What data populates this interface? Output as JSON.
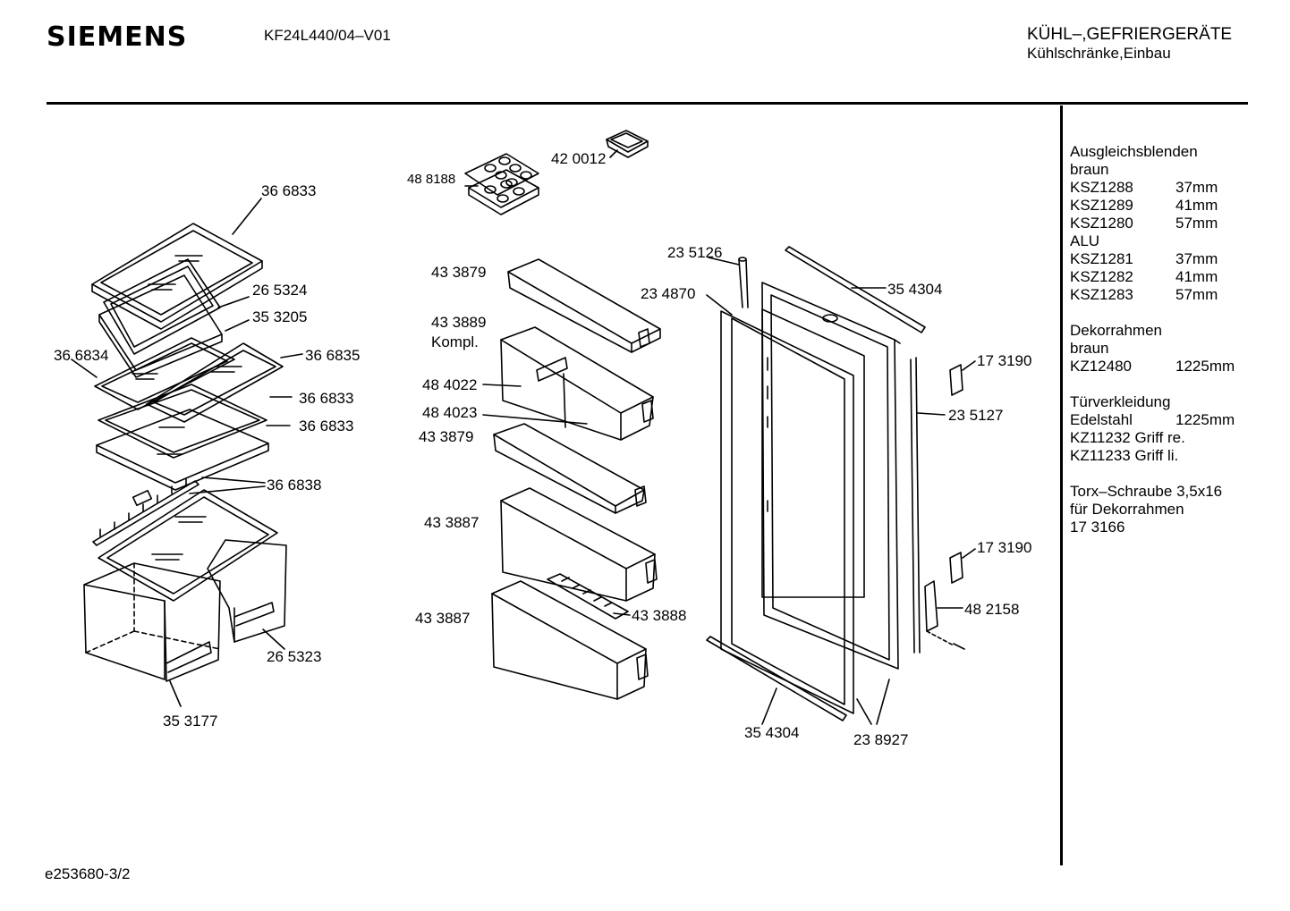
{
  "header": {
    "brand": "SIEMENS",
    "model": "KF24L440/04–V01",
    "category_line1": "KÜHL–,GEFRIERGERÄTE",
    "category_line2": "Kühlschränke,Einbau"
  },
  "footer": {
    "drawing_id": "e253680-3/2"
  },
  "parts": [
    "36 6833",
    "26 5324",
    "35 3205",
    "36 6834",
    "36 6835",
    "36 6833",
    "36 6833",
    "36 6838",
    "26 5323",
    "35 3177",
    "48 8188",
    "42 0012",
    "43 3879",
    "43 3889",
    "Kompl.",
    "48 4022",
    "48 4023",
    "43 3879",
    "43 3887",
    "43 3887",
    "43 3888",
    "23 5126",
    "23 4870",
    "35 4304",
    "17 3190",
    "23 5127",
    "17 3190",
    "48 2158",
    "35 4304",
    "23 8927"
  ],
  "accessories": {
    "ausgleich_title": "Ausgleichsblenden",
    "braun": "braun",
    "ksz1288": "KSZ1288",
    "ksz1288_size": "37mm",
    "ksz1289": "KSZ1289",
    "ksz1289_size": "41mm",
    "ksz1280": "KSZ1280",
    "ksz1280_size": "57mm",
    "alu": "ALU",
    "ksz1281": "KSZ1281",
    "ksz1281_size": "37mm",
    "ksz1282": "KSZ1282",
    "ksz1282_size": "41mm",
    "ksz1283": "KSZ1283",
    "ksz1283_size": "57mm",
    "dekor_title": "Dekorrahmen",
    "dekor_braun": "braun",
    "kz12480": "KZ12480",
    "kz12480_size": "1225mm",
    "tuer_title": "Türverkleidung",
    "edelstahl": "Edelstahl",
    "edelstahl_size": "1225mm",
    "kz11232": "KZ11232 Griff re.",
    "kz11233": "KZ11233 Griff li.",
    "torx_line1": "Torx–Schraube 3,5x16",
    "torx_line2": "für Dekorrahmen",
    "torx_code": "17 3166"
  }
}
